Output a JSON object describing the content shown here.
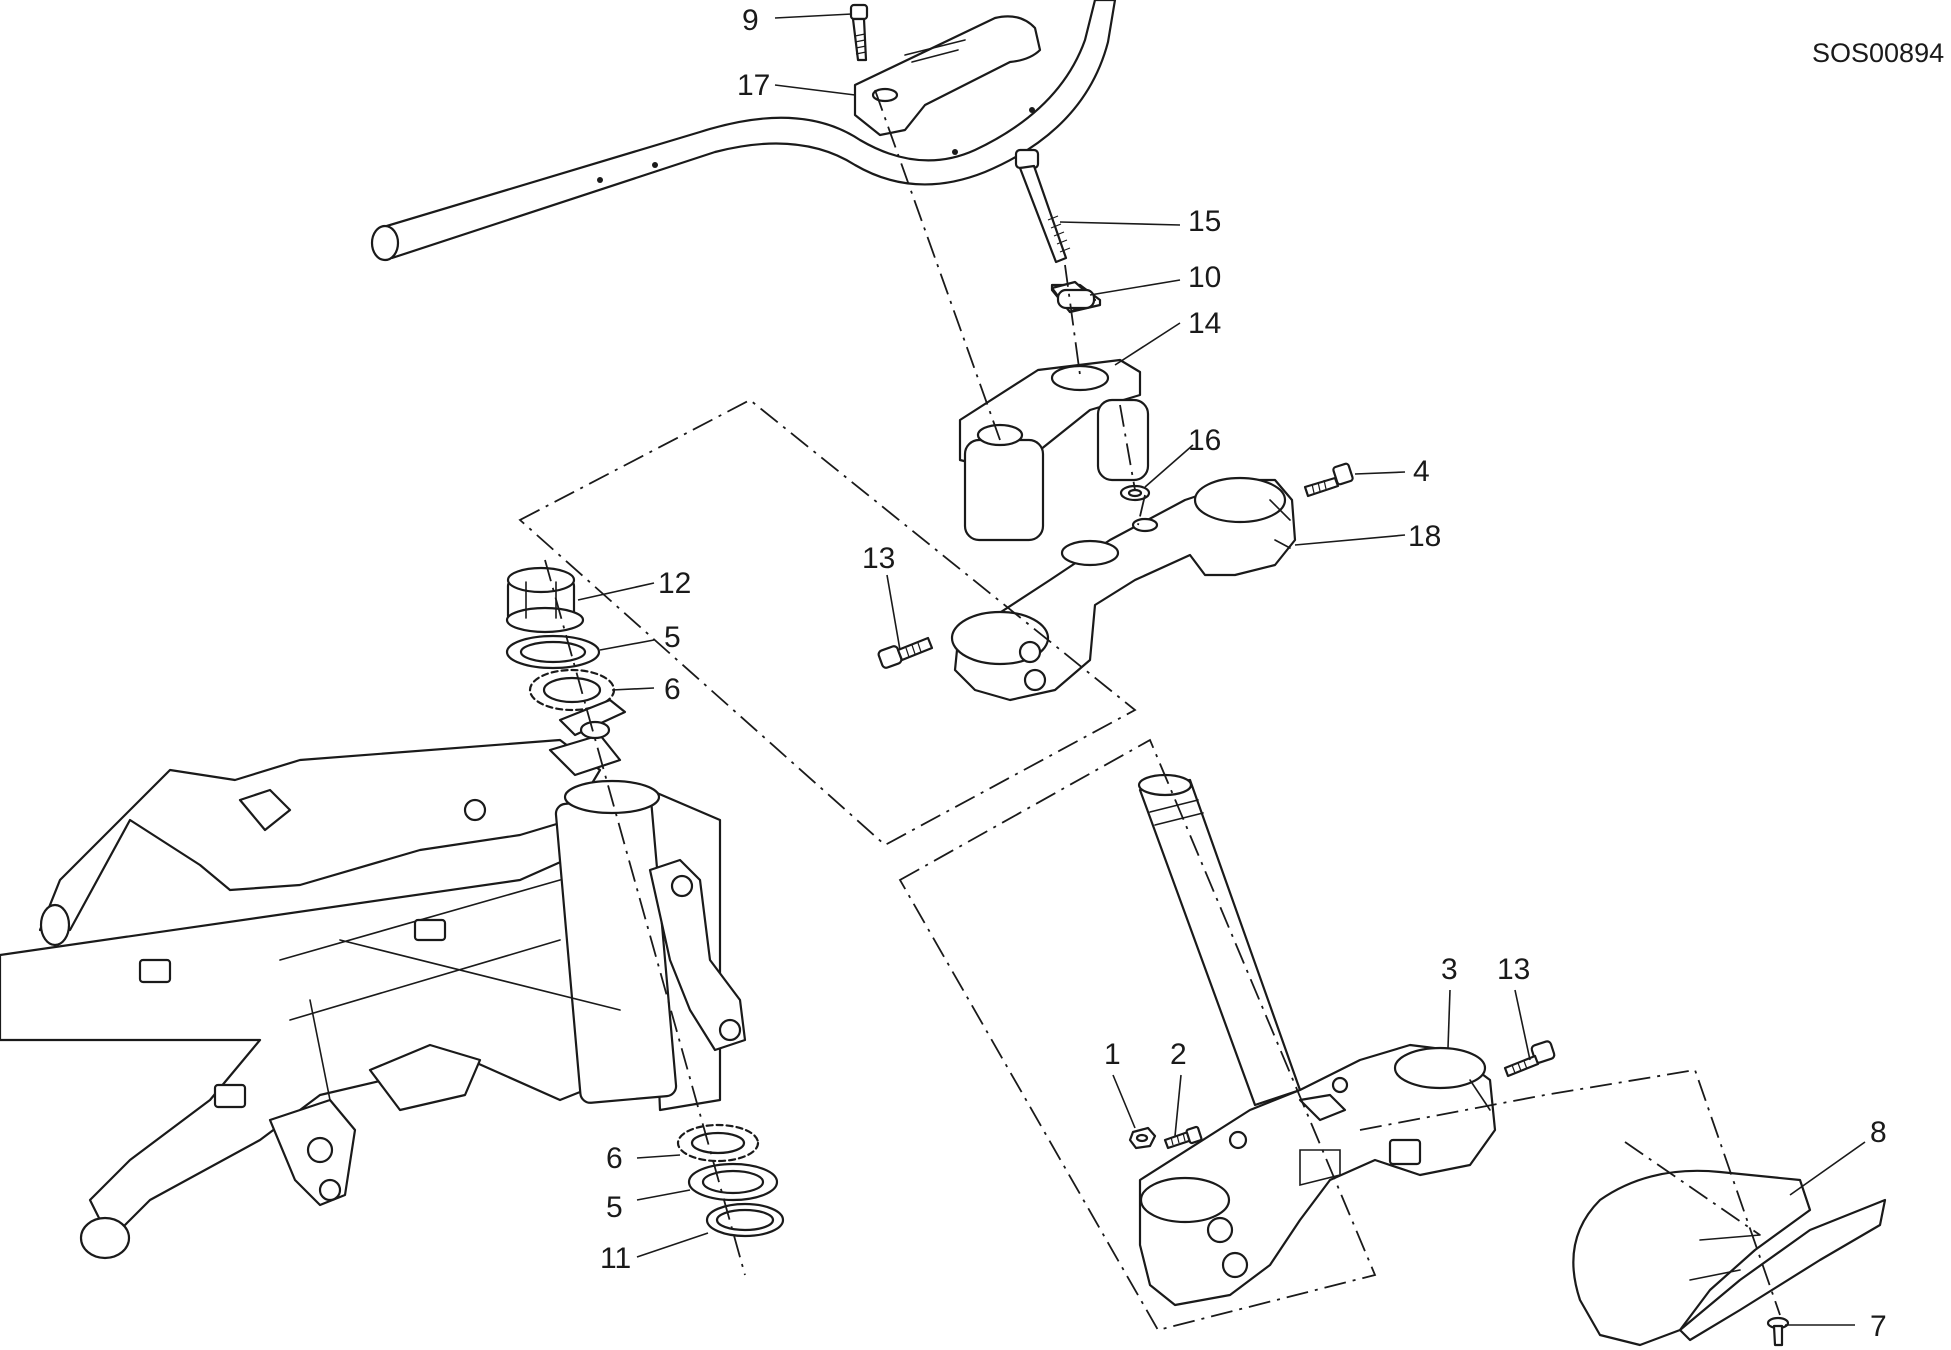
{
  "drawing_code": "SOS00894",
  "callouts": {
    "c9": "9",
    "c17": "17",
    "c15": "15",
    "c10": "10",
    "c14": "14",
    "c16": "16",
    "c4": "4",
    "c18": "18",
    "c13a": "13",
    "c12": "12",
    "c5a": "5",
    "c6a": "6",
    "c6b": "6",
    "c5b": "5",
    "c11": "11",
    "c3": "3",
    "c13b": "13",
    "c1": "1",
    "c2": "2",
    "c8": "8",
    "c7": "7"
  },
  "colors": {
    "line": "#1a1a1a",
    "background": "#ffffff"
  }
}
